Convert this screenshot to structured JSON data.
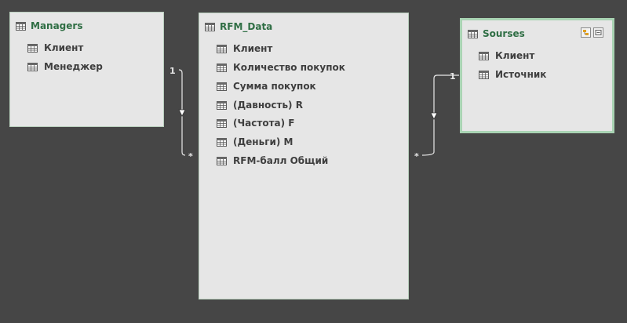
{
  "tables": {
    "managers": {
      "title": "Managers",
      "fields": [
        "Клиент",
        "Менеджер"
      ]
    },
    "rfm_data": {
      "title": "RFM_Data",
      "fields": [
        "Клиент",
        "Количество покупок",
        "Сумма покупок",
        "(Давность) R",
        "(Частота) F",
        "(Деньги) M",
        "RFM-балл Общий"
      ]
    },
    "sourses": {
      "title": "Sourses",
      "fields": [
        "Клиент",
        "Источник"
      ]
    }
  },
  "relationships": [
    {
      "from_table": "Managers",
      "to_table": "RFM_Data",
      "one_label": "1",
      "many_label": "*"
    },
    {
      "from_table": "Sourses",
      "to_table": "RFM_Data",
      "one_label": "1",
      "many_label": "*"
    }
  ],
  "icons": {
    "table": "table-grid-icon",
    "header_buttons": [
      "hierarchy-icon",
      "minimize-icon"
    ]
  },
  "colors": {
    "canvas": "#464646",
    "card": "#e6e6e6",
    "title": "#2f6e44",
    "field_text": "#3f3f3f",
    "selected_border": "#a9d3b3",
    "connector": "#e8e8e8"
  }
}
